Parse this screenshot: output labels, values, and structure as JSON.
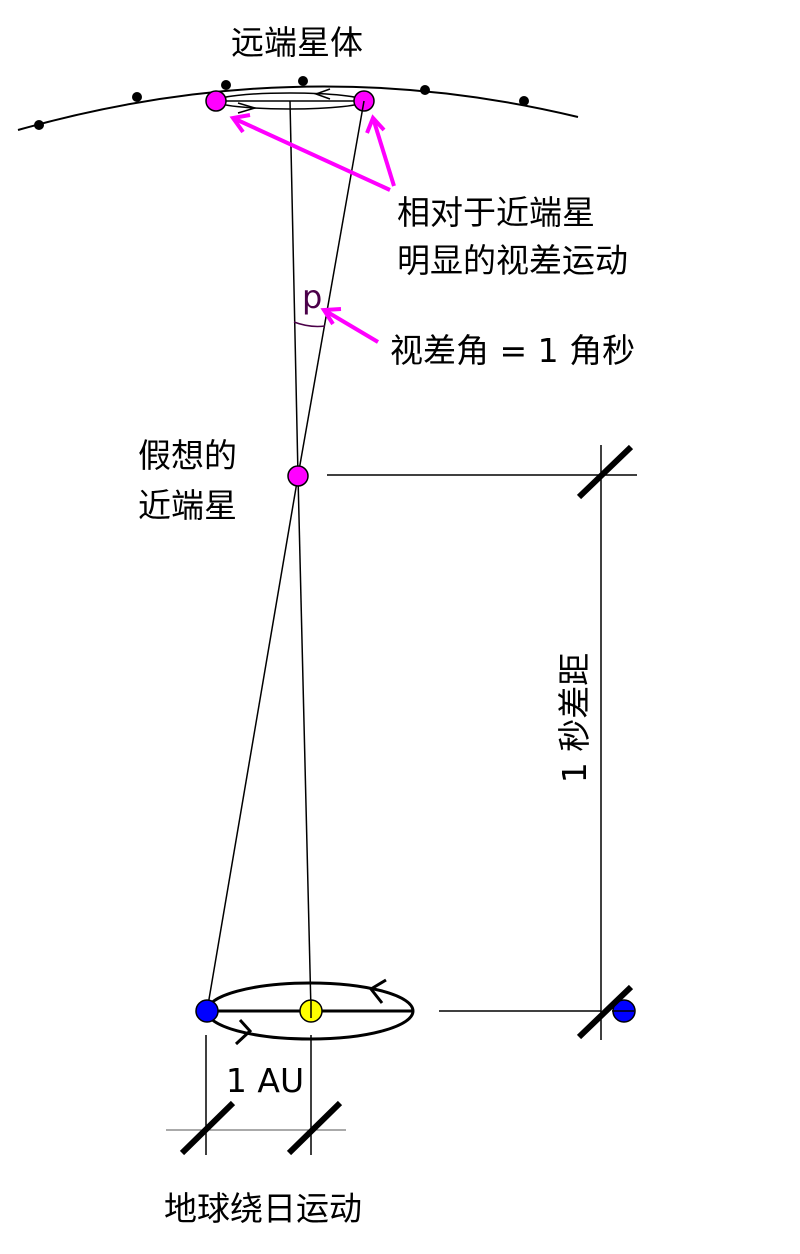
{
  "labels": {
    "distant_stars": "远端星体",
    "apparent_motion_line1": "相对于近端星",
    "apparent_motion_line2": "明显的视差运动",
    "parallax_angle": "视差角 = 1 角秒",
    "angle_symbol": "p",
    "hypothetical_star_line1": "假想的",
    "hypothetical_star_line2": "近端星",
    "parsec": "1 秒差距",
    "au": "1 AU",
    "earth_orbit": "地球绕日运动"
  },
  "colors": {
    "star": "#ff00ff",
    "earth": "#0000ff",
    "sun": "#ffff00",
    "annotation_arrow": "#ff00ff",
    "angle_label": "#4b0049"
  }
}
